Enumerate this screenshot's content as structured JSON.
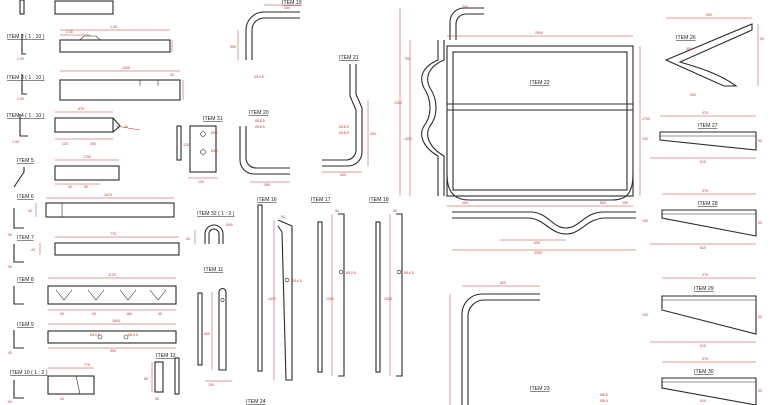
{
  "sheet": {
    "colors": {
      "part_line": "#2b2b2b",
      "dimension": "#c0392b",
      "background": "#ffffff"
    },
    "item_titles": [
      "ITEM 2 ( 1 : 10 )",
      "ITEM 3 ( 1 : 10 )",
      "ITEM 4 ( 1 : 10 )",
      "ITEM 5",
      "ITEM 6",
      "ITEM 7",
      "ITEM 8",
      "ITEM 9",
      "ITEM 10 ( 1 : 2 )",
      "ITEM 12",
      "ITEM 31",
      "ITEM 32 ( 1 : 2 )",
      "ITEM 11",
      "ITEM 16",
      "ITEM 17",
      "ITEM 18",
      "ITEM 19",
      "ITEM 20",
      "ITEM 21",
      "ITEM 22",
      "ITEM 23",
      "ITEM 24",
      "ITEM 26",
      "ITEM 27",
      "ITEM 28",
      "ITEM 29",
      "ITEM 30"
    ],
    "dimension_labels": {
      "item2": [
        "1.00",
        "2.50",
        "1.00"
      ],
      "item3": [
        "1000",
        "40",
        "2.50"
      ],
      "item4": [
        "870",
        "1.00",
        "40",
        "120",
        "200"
      ],
      "item5": [
        "1700",
        "40",
        "50"
      ],
      "item6": [
        "1870",
        "40",
        "50"
      ],
      "item7": [
        "775",
        "40",
        "50"
      ],
      "item8": [
        "1120",
        "60",
        "90",
        "180",
        "60"
      ],
      "item9": [
        "1600",
        "Ø10.5",
        "Ø10.5",
        "900",
        "40"
      ],
      "item10": [
        "775",
        "40",
        "50"
      ],
      "item12": [
        "50",
        "80"
      ],
      "item31": [
        "Ø10",
        "Ø10",
        "100",
        "120"
      ],
      "item32": [
        "40",
        "Ø40"
      ],
      "item11": [
        "100",
        "500"
      ],
      "item16": [
        "50",
        "1000",
        "Ø10.5"
      ],
      "item17": [
        "50",
        "1000",
        "Ø10.5"
      ],
      "item18": [
        "50",
        "1000",
        "Ø10.5"
      ],
      "item19": [
        "450",
        "900",
        "Ø10.5"
      ],
      "item20": [
        "Ø18.5",
        "Ø18.5",
        "300"
      ],
      "item21": [
        "Ø18.5",
        "Ø18.5",
        "300",
        "200"
      ],
      "item22": [
        "1200",
        "1000",
        "700",
        "1700",
        "2000",
        "200",
        "600",
        "2200",
        "800",
        "200",
        "700"
      ],
      "item23": [
        "625",
        "Ø8.5"
      ],
      "item26": [
        "500",
        "300",
        "50",
        "300"
      ],
      "item27": [
        "475",
        "610",
        "100",
        "50"
      ],
      "item28": [
        "475",
        "610",
        "100",
        "50"
      ],
      "item29": [
        "475",
        "610",
        "100",
        "50"
      ],
      "item30": [
        "475",
        "610",
        "Ø8.5",
        "50"
      ]
    }
  }
}
